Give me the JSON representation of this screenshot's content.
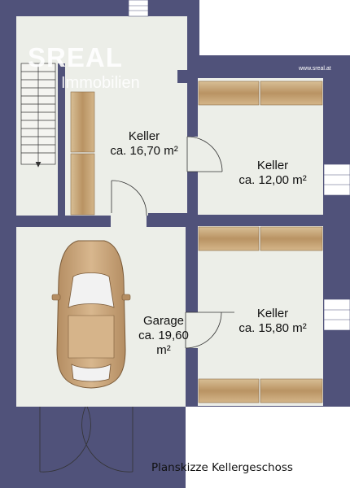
{
  "logo": {
    "brand": "REAL",
    "s_letter": "S",
    "sub": "Immobilien"
  },
  "website": "www.sreal.at",
  "rooms": {
    "keller_a": {
      "name": "Keller",
      "area": "ca. 16,70 m²"
    },
    "keller_b": {
      "name": "Keller",
      "area": "ca. 12,00 m²"
    },
    "keller_c": {
      "name": "Keller",
      "area": "ca. 15,80 m²"
    },
    "garage": {
      "name": "Garage",
      "area_line1": "ca. 19,60",
      "area_line2": "m²"
    }
  },
  "caption": "Planskizze Kellergeschoss",
  "colors": {
    "wall": "#50527a",
    "floor": "#eceee8",
    "cabinet": "#c9a97a",
    "car": "#c9a47d",
    "glass": "#f2f2f2"
  }
}
